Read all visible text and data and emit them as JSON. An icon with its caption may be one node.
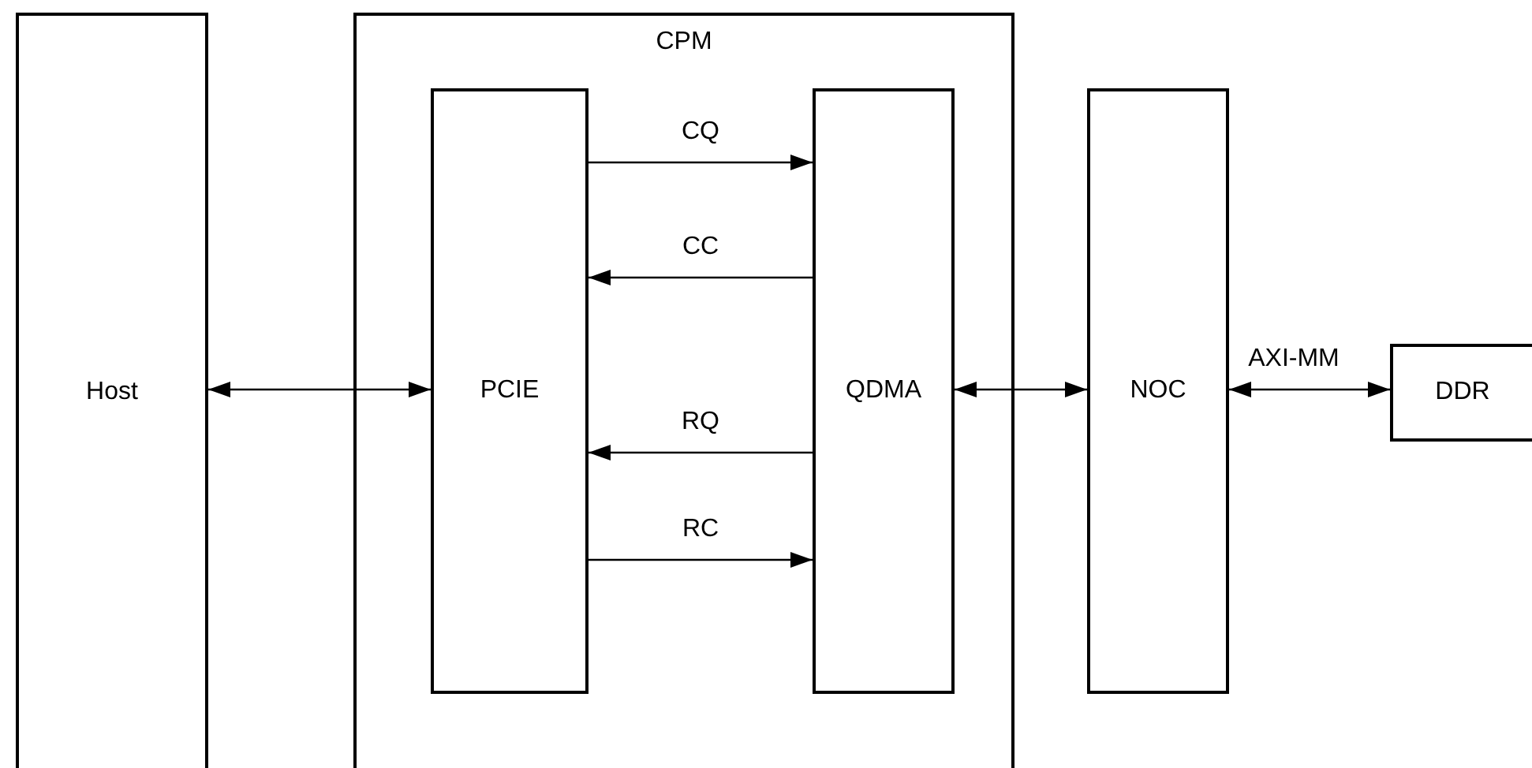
{
  "diagram": {
    "nodes": [
      {
        "text": [
          "Host"
        ]
      },
      {
        "text": [
          "CPM"
        ]
      },
      {
        "text": [
          "PCIE"
        ],
        "in": 1
      },
      {
        "text": [
          "QDMA"
        ],
        "in": 1
      },
      {
        "text": [
          "NOC"
        ]
      },
      {
        "text": [
          "DDR"
        ]
      }
    ],
    "edges": [
      {
        "from": 0,
        "to": 2,
        "arrow": "both"
      },
      {
        "from": 2,
        "to": 3,
        "arrow": "to",
        "label": "CQ"
      },
      {
        "from": 3,
        "to": 2,
        "arrow": "to",
        "label": "CC"
      },
      {
        "from": 3,
        "to": 2,
        "arrow": "to",
        "label": "RQ"
      },
      {
        "from": 2,
        "to": 3,
        "arrow": "to",
        "label": "RC"
      },
      {
        "from": 3,
        "to": 4,
        "arrow": "both"
      },
      {
        "from": 4,
        "to": 5,
        "arrow": "both",
        "label": "AXI-MM"
      }
    ]
  }
}
